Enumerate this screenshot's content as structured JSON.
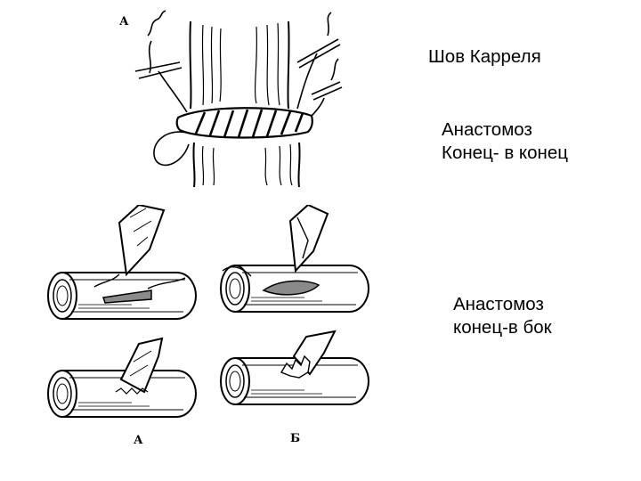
{
  "slide": {
    "title": "Шов Карреля",
    "end_to_end": {
      "line1": "Анастомоз",
      "line2": "Конец- в конец"
    },
    "end_to_side": {
      "line1": "Анастомоз",
      "line2": "конец-в бок"
    },
    "figure_top": {
      "label": "А"
    },
    "figure_bottom": {
      "label_left": "А",
      "label_right": "Б"
    }
  },
  "colors": {
    "ink": "#000000",
    "background": "#ffffff",
    "shade": "#8a8a8a"
  }
}
